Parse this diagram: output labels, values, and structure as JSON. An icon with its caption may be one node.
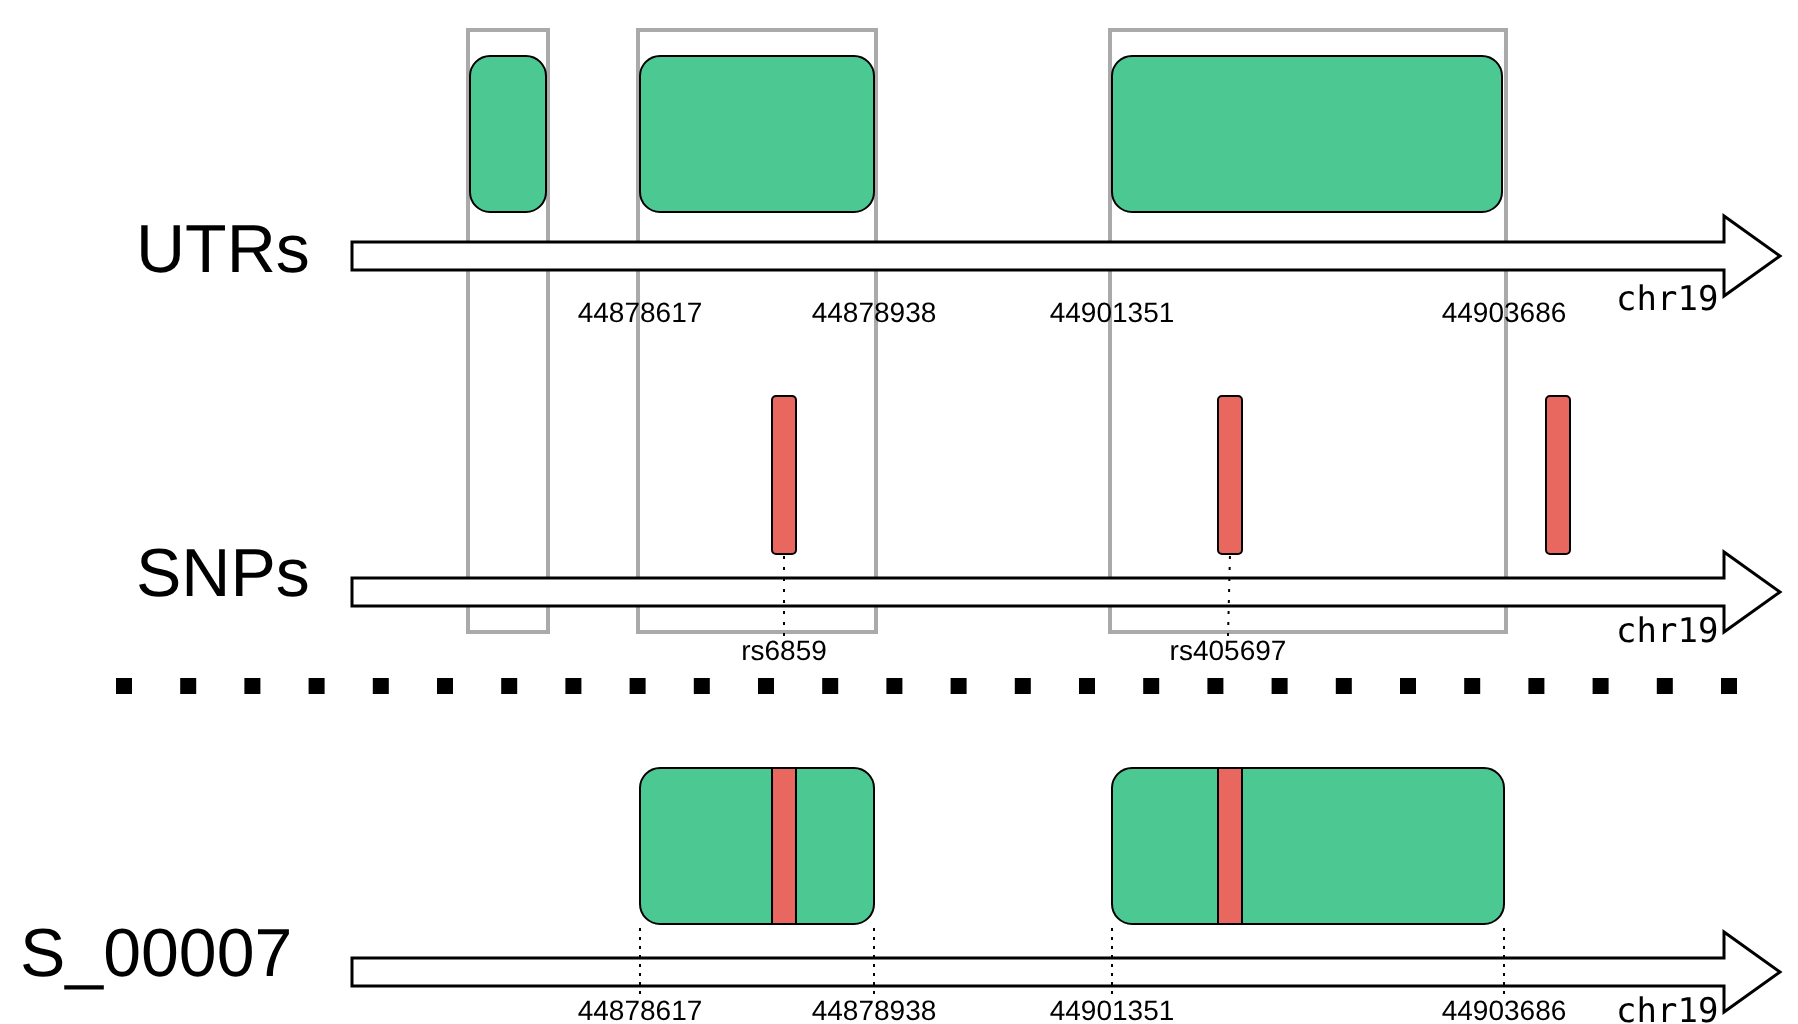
{
  "diagram": {
    "nodes": [
      {
        "text": [],
        "shape": "box"
      },
      {
        "text": [],
        "shape": "box"
      },
      {
        "text": [],
        "shape": "box"
      },
      {
        "text": [],
        "shape": "bar"
      },
      {
        "text": [],
        "shape": "bar"
      },
      {
        "text": [],
        "shape": "bar"
      },
      {
        "text": [
          "rs6859"
        ]
      },
      {
        "text": [
          "rs405697"
        ]
      },
      {
        "text": [],
        "shape": "box"
      },
      {
        "text": [],
        "shape": "bar",
        "in": 8
      },
      {
        "text": [],
        "shape": "box"
      },
      {
        "text": [],
        "shape": "bar",
        "in": 10
      }
    ],
    "edges": [
      {
        "from": 6,
        "to": 3,
        "arrow": "none",
        "style": "dashed"
      },
      {
        "from": 7,
        "to": 4,
        "arrow": "none",
        "style": "dashed"
      }
    ],
    "labels": [
      "UTRs",
      "44878617",
      "44878938",
      "44901351",
      "44903686",
      "chr19",
      "SNPs",
      "chr19",
      "S_00007",
      "44878617",
      "44878938",
      "44901351",
      "44903686",
      "chr19"
    ]
  }
}
